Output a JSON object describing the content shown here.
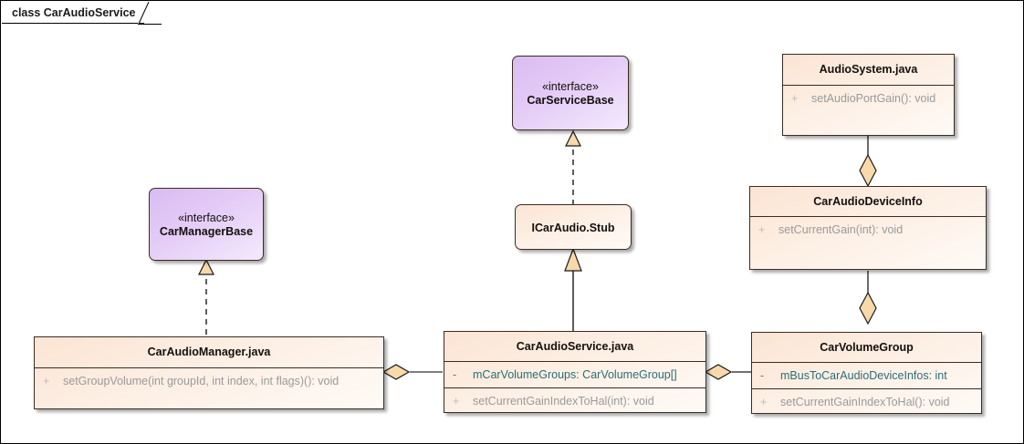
{
  "diagram": {
    "title": "class CarAudioService",
    "colors": {
      "class_fill": "#fbe4d3",
      "interface_fill": "#d9bcf2",
      "border": "#3a2c22",
      "attribute_text": "#2a6e78",
      "operation_text": "#9a9a9a",
      "line": "#1a1a1a",
      "arrowhead_fill": "#f7d9ab"
    }
  },
  "nodes": [
    {
      "id": "car-service-base",
      "kind": "interface",
      "stereotype": "«interface»",
      "name": "CarServiceBase",
      "members": []
    },
    {
      "id": "audio-system-java",
      "kind": "class",
      "stereotype": "",
      "name": "AudioSystem.java",
      "members": [
        {
          "visibility": "+",
          "text": "setAudioPortGain(): void",
          "type": "operation"
        }
      ]
    },
    {
      "id": "car-manager-base",
      "kind": "interface",
      "stereotype": "«interface»",
      "name": "CarManagerBase",
      "members": []
    },
    {
      "id": "car-audio-device-info",
      "kind": "class",
      "stereotype": "",
      "name": "CarAudioDeviceInfo",
      "members": [
        {
          "visibility": "+",
          "text": "setCurrentGain(int): void",
          "type": "operation"
        }
      ]
    },
    {
      "id": "icaraudio-stub",
      "kind": "class",
      "stereotype": "",
      "name": "ICarAudio.Stub",
      "members": []
    },
    {
      "id": "car-audio-manager-java",
      "kind": "class",
      "stereotype": "",
      "name": "CarAudioManager.java",
      "members": [
        {
          "visibility": "+",
          "text": "setGroupVolume(int groupId, int index, int flags)(): void",
          "type": "operation"
        }
      ]
    },
    {
      "id": "car-audio-service-java",
      "kind": "class",
      "stereotype": "",
      "name": "CarAudioService.java",
      "members": [
        {
          "visibility": "-",
          "text": "mCarVolumeGroups: CarVolumeGroup[]",
          "type": "attribute"
        },
        {
          "visibility": "+",
          "text": "setCurrentGainIndexToHal(int): void",
          "type": "operation"
        }
      ]
    },
    {
      "id": "car-volume-group",
      "kind": "class",
      "stereotype": "",
      "name": "CarVolumeGroup",
      "members": [
        {
          "visibility": "-",
          "text": "mBusToCarAudioDeviceInfos: int",
          "type": "attribute"
        },
        {
          "visibility": "+",
          "text": "setCurrentGainIndexToHal(): void",
          "type": "operation"
        }
      ]
    }
  ],
  "connectors": [
    {
      "id": "realize-car-manager-base",
      "from": "car-audio-manager-java",
      "to": "car-manager-base",
      "type": "realization",
      "style": "dashed",
      "head": "hollow-triangle"
    },
    {
      "id": "realize-car-service-base",
      "from": "icaraudio-stub",
      "to": "car-service-base",
      "type": "realization",
      "style": "dashed",
      "head": "hollow-triangle"
    },
    {
      "id": "generalize-icaraudio-stub",
      "from": "car-audio-service-java",
      "to": "icaraudio-stub",
      "type": "generalization",
      "style": "solid",
      "head": "hollow-triangle"
    },
    {
      "id": "aggregate-manager-service",
      "from": "car-audio-manager-java",
      "to": "car-audio-service-java",
      "type": "aggregation",
      "style": "solid",
      "head": "diamond"
    },
    {
      "id": "aggregate-service-volume-group",
      "from": "car-audio-service-java",
      "to": "car-volume-group",
      "type": "aggregation",
      "style": "solid",
      "head": "diamond"
    },
    {
      "id": "aggregate-device-info-audio-system",
      "from": "car-audio-device-info",
      "to": "audio-system-java",
      "type": "aggregation",
      "style": "solid",
      "head": "diamond"
    },
    {
      "id": "aggregate-volume-group-device-info",
      "from": "car-volume-group",
      "to": "car-audio-device-info",
      "type": "aggregation",
      "style": "solid",
      "head": "diamond"
    }
  ]
}
